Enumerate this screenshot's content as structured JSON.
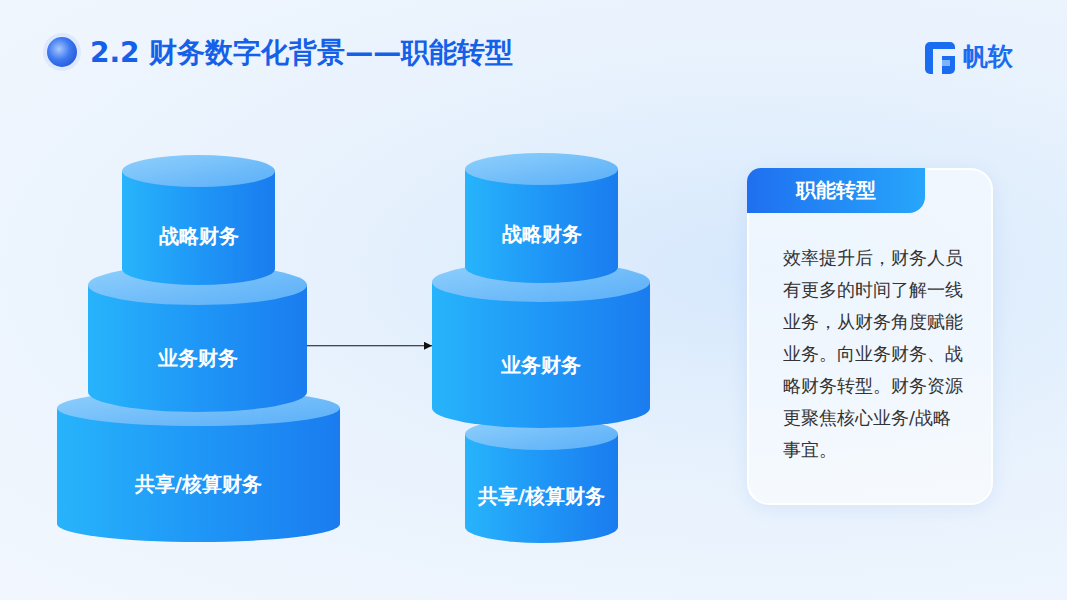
{
  "diagram": {
    "title": "2.2 财务数字化背景——职能转型",
    "nodes": [
      {
        "text": [
          "战略财务"
        ]
      },
      {
        "text": [
          "业务财务"
        ]
      },
      {
        "text": [
          "共享/核算财务"
        ]
      },
      {
        "text": [
          "战略财务"
        ]
      },
      {
        "text": [
          "业务财务"
        ]
      },
      {
        "text": [
          "共享/核算财务"
        ]
      },
      {
        "text": [
          "职能转型",
          "效率提升后，财务人员有更多的时间了解一线业务，从财务角度赋能业务。向业务财务、战略财务转型。财务资源更聚焦核心业务/战略事宜。"
        ]
      }
    ],
    "edges": [
      {
        "from": 1,
        "to": 4,
        "arrow": "to"
      }
    ],
    "labels": [
      "帆软"
    ]
  }
}
